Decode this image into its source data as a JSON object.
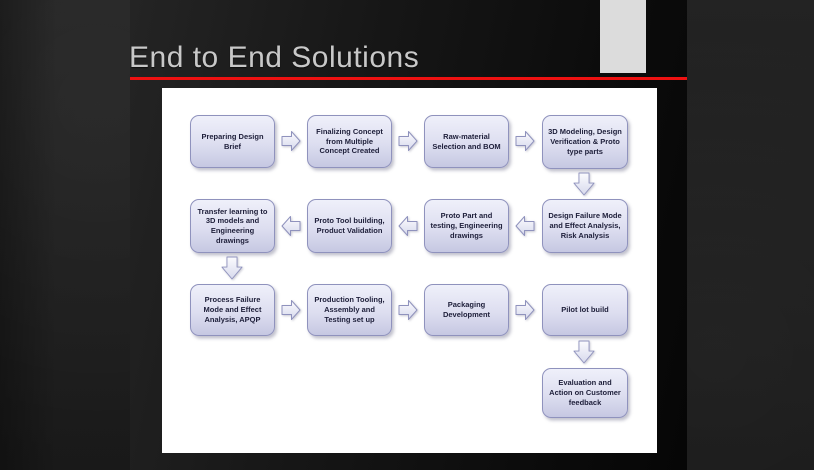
{
  "slide": {
    "title": "End to End Solutions"
  },
  "colors": {
    "accent_red": "#ee1111",
    "title_gray": "#c8c8c8",
    "slide_tab_gray": "#dcdcdc",
    "canvas_white": "#ffffff",
    "box_fill_top": "#eff0fa",
    "box_fill_mid": "#dddef0",
    "box_fill_bottom": "#c6c8e2",
    "box_border": "#8f92bd",
    "box_text": "#20213c",
    "arrow_fill_top": "#fbfbfe",
    "arrow_fill_bottom": "#d7d9ec"
  },
  "icons": {
    "arrow_right": "block-arrow-right",
    "arrow_left": "block-arrow-left",
    "arrow_down": "block-arrow-down"
  },
  "flowchart": {
    "row1": {
      "direction": "right",
      "steps": [
        "Preparing Design Brief",
        "Finalizing Concept from Multiple Concept Created",
        "Raw-material Selection and BOM",
        "3D Modeling, Design Verification & Proto type parts"
      ]
    },
    "row2": {
      "direction": "left",
      "steps": [
        "Transfer learning to 3D models and Engineering drawings",
        "Proto Tool building, Product Validation",
        "Proto Part and testing, Engineering drawings",
        "Design Failure Mode and Effect Analysis, Risk Analysis"
      ]
    },
    "row3": {
      "direction": "right",
      "steps": [
        "Process Failure Mode and Effect Analysis, APQP",
        "Production Tooling, Assembly and Testing set up",
        "Packaging Development",
        "Pilot lot build"
      ]
    },
    "row4": {
      "steps": [
        "Evaluation and Action on Customer feedback"
      ]
    }
  }
}
